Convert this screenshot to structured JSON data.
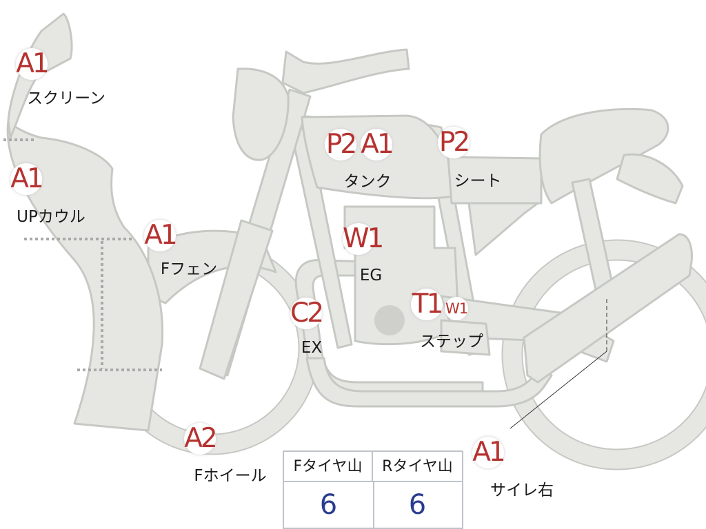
{
  "diagram": {
    "colors": {
      "part_fill": "#e6e7e3",
      "part_stroke": "#c6c9c3",
      "badge_text": "#b5322f",
      "value_text": "#2a3c8f"
    },
    "badges": {
      "screen": "A1",
      "up_cowl": "A1",
      "f_fender": "A1",
      "f_wheel": "A2",
      "tank_p2": "P2",
      "tank_a1": "A1",
      "seat": "P2",
      "engine": "W1",
      "exhaust": "C2",
      "step_t1": "T1",
      "step_w1": "W1",
      "side_right": "A1"
    },
    "labels": {
      "screen": "スクリーン",
      "up_cowl": "UPカウル",
      "f_fender": "Fフェン",
      "f_wheel": "Fホイール",
      "tank": "タンク",
      "seat": "シート",
      "engine": "EG",
      "exhaust": "EX",
      "step": "ステップ",
      "side_right": "サイレ右"
    },
    "tire_table": {
      "front_header": "Fタイヤ山",
      "rear_header": "Rタイヤ山",
      "front_value": "6",
      "rear_value": "6"
    }
  }
}
